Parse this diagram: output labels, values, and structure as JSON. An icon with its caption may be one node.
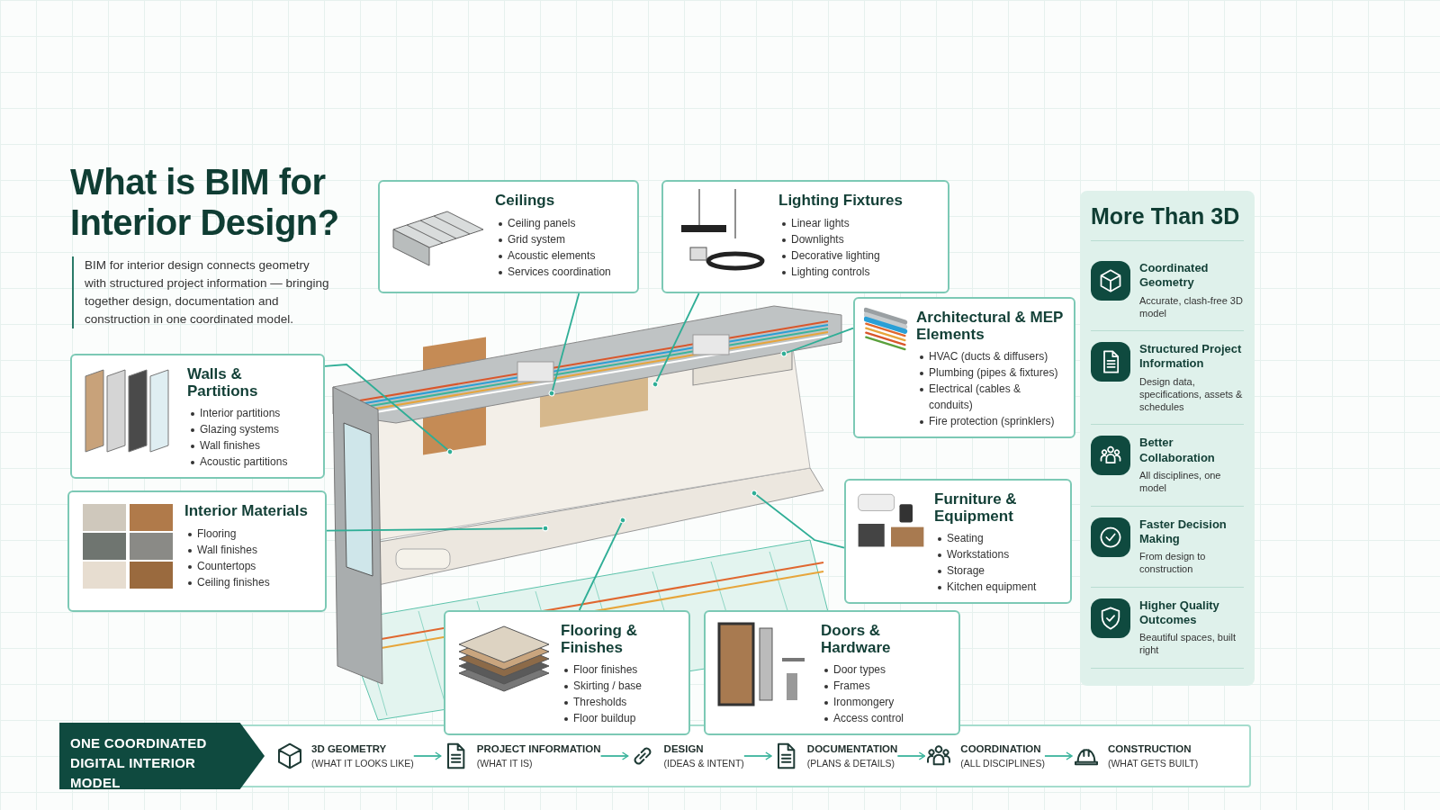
{
  "diagram": {
    "title": "What is BIM for Interior Design?",
    "nodes": [
      {
        "text": [
          "Ceilings",
          "Ceiling panels",
          "Grid system",
          "Acoustic elements",
          "Services coordination"
        ]
      },
      {
        "text": [
          "Lighting Fixtures",
          "Linear lights",
          "Downlights",
          "Decorative lighting",
          "Lighting controls"
        ]
      },
      {
        "text": [
          "More Than 3D"
        ]
      },
      {
        "text": [
          "Coordinated Geometry",
          "Accurate, clash-free 3D model"
        ],
        "in": 2
      },
      {
        "text": [
          "Structured Project Information",
          "Design data, specifications, assets & schedules"
        ],
        "in": 2
      },
      {
        "text": [
          "Better Collaboration",
          "All disciplines, one model"
        ],
        "in": 2
      },
      {
        "text": [
          "Faster Decision Making",
          "From design to construction"
        ],
        "in": 2
      },
      {
        "text": [
          "Higher Quality Outcomes",
          "Beautiful spaces, built right"
        ],
        "in": 2
      },
      {
        "text": [
          "Architectural & MEP Elements",
          "HVAC (ducts & diffusers)",
          "Plumbing (pipes & fixtures)",
          "Electrical (cables & conduits)",
          "Fire protection (sprinklers)"
        ]
      },
      {
        "text": [
          "Walls & Partitions",
          "Interior partitions",
          "Glazing systems",
          "Wall finishes",
          "Acoustic partitions"
        ]
      },
      {
        "text": [
          "Furniture & Equipment",
          "Seating",
          "Workstations",
          "Storage",
          "Kitchen equipment"
        ]
      },
      {
        "text": [
          "Interior Materials",
          "Flooring",
          "Wall finishes",
          "Countertops",
          "Ceiling finishes"
        ]
      },
      {
        "text": [
          "Flooring & Finishes",
          "Floor finishes",
          "Skirting / base",
          "Thresholds",
          "Floor buildup"
        ]
      },
      {
        "text": [
          "Doors & Hardware",
          "Door types",
          "Frames",
          "Ironmongery",
          "Access control"
        ]
      },
      {
        "text": [
          "ONE COORDINATED DIGITAL INTERIOR MODEL"
        ]
      },
      {
        "text": [
          "3D GEOMETRY",
          "(WHAT IT LOOKS LIKE)"
        ]
      },
      {
        "text": [
          "PROJECT INFORMATION",
          "(WHAT IT IS)"
        ]
      },
      {
        "text": [
          "DESIGN",
          "(IDEAS & INTENT)"
        ]
      },
      {
        "text": [
          "DOCUMENTATION",
          "(PLANS & DETAILS)"
        ]
      },
      {
        "text": [
          "COORDINATION",
          "(ALL DISCIPLINES)"
        ]
      },
      {
        "text": [
          "CONSTRUCTION",
          "(WHAT GETS BUILT)"
        ]
      }
    ],
    "edges": [
      {
        "from": 0,
        "to": null,
        "arrow": "other"
      },
      {
        "from": 1,
        "to": null,
        "arrow": "other"
      },
      {
        "from": 8,
        "to": null,
        "arrow": "other"
      },
      {
        "from": 9,
        "to": null,
        "arrow": "other"
      },
      {
        "from": 11,
        "to": null,
        "arrow": "other"
      },
      {
        "from": 10,
        "to": null,
        "arrow": "other"
      },
      {
        "from": 12,
        "to": null,
        "arrow": "other"
      },
      {
        "from": 15,
        "to": 16,
        "arrow": "to"
      },
      {
        "from": 16,
        "to": 17,
        "arrow": "to"
      },
      {
        "from": 17,
        "to": 18,
        "arrow": "to"
      },
      {
        "from": 18,
        "to": 19,
        "arrow": "to"
      },
      {
        "from": 19,
        "to": 20,
        "arrow": "to"
      }
    ],
    "labels": [
      "BIM for interior design connects geometry with structured project information — bringing together design, documentation and construction in one coordinated model."
    ]
  }
}
